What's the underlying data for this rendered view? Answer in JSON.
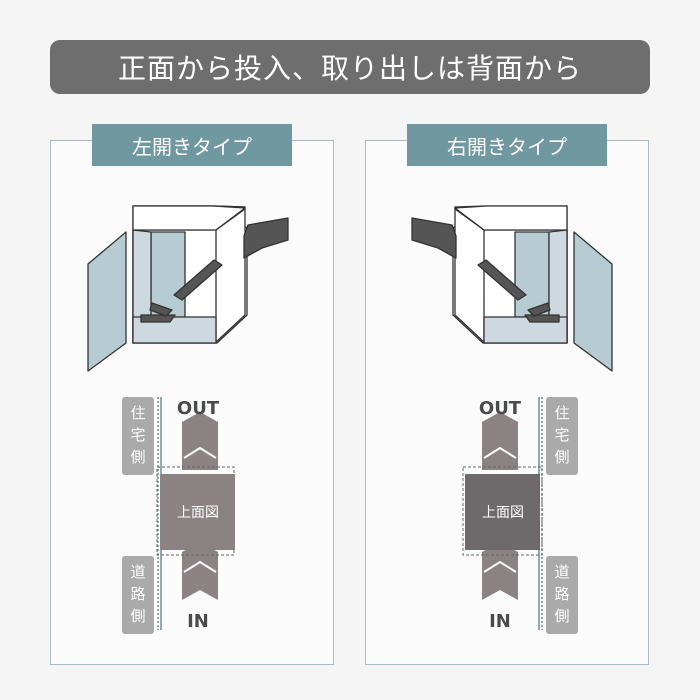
{
  "banner": {
    "title": "正面から投入、取り出しは背面から"
  },
  "left_panel": {
    "label": "左開きタイプ",
    "out_label": "OUT",
    "in_label": "IN",
    "box_label": "上面図",
    "house_side": [
      "住",
      "宅",
      "側"
    ],
    "road_side": [
      "道",
      "路",
      "側"
    ]
  },
  "right_panel": {
    "label": "右開きタイプ",
    "out_label": "OUT",
    "in_label": "IN",
    "box_label": "上面図",
    "house_side": [
      "住",
      "宅",
      "側"
    ],
    "road_side": [
      "道",
      "路",
      "側"
    ]
  },
  "colors": {
    "banner_bg": "#6e6e6e",
    "label_bg": "#6f98a0",
    "door_fill": "#b7cbd3",
    "arrow_gray": "#8a8283",
    "arrow_dark": "#555555"
  },
  "icons": [
    "box-illustration-left-open",
    "box-illustration-right-open",
    "chevron-up-arrow"
  ]
}
